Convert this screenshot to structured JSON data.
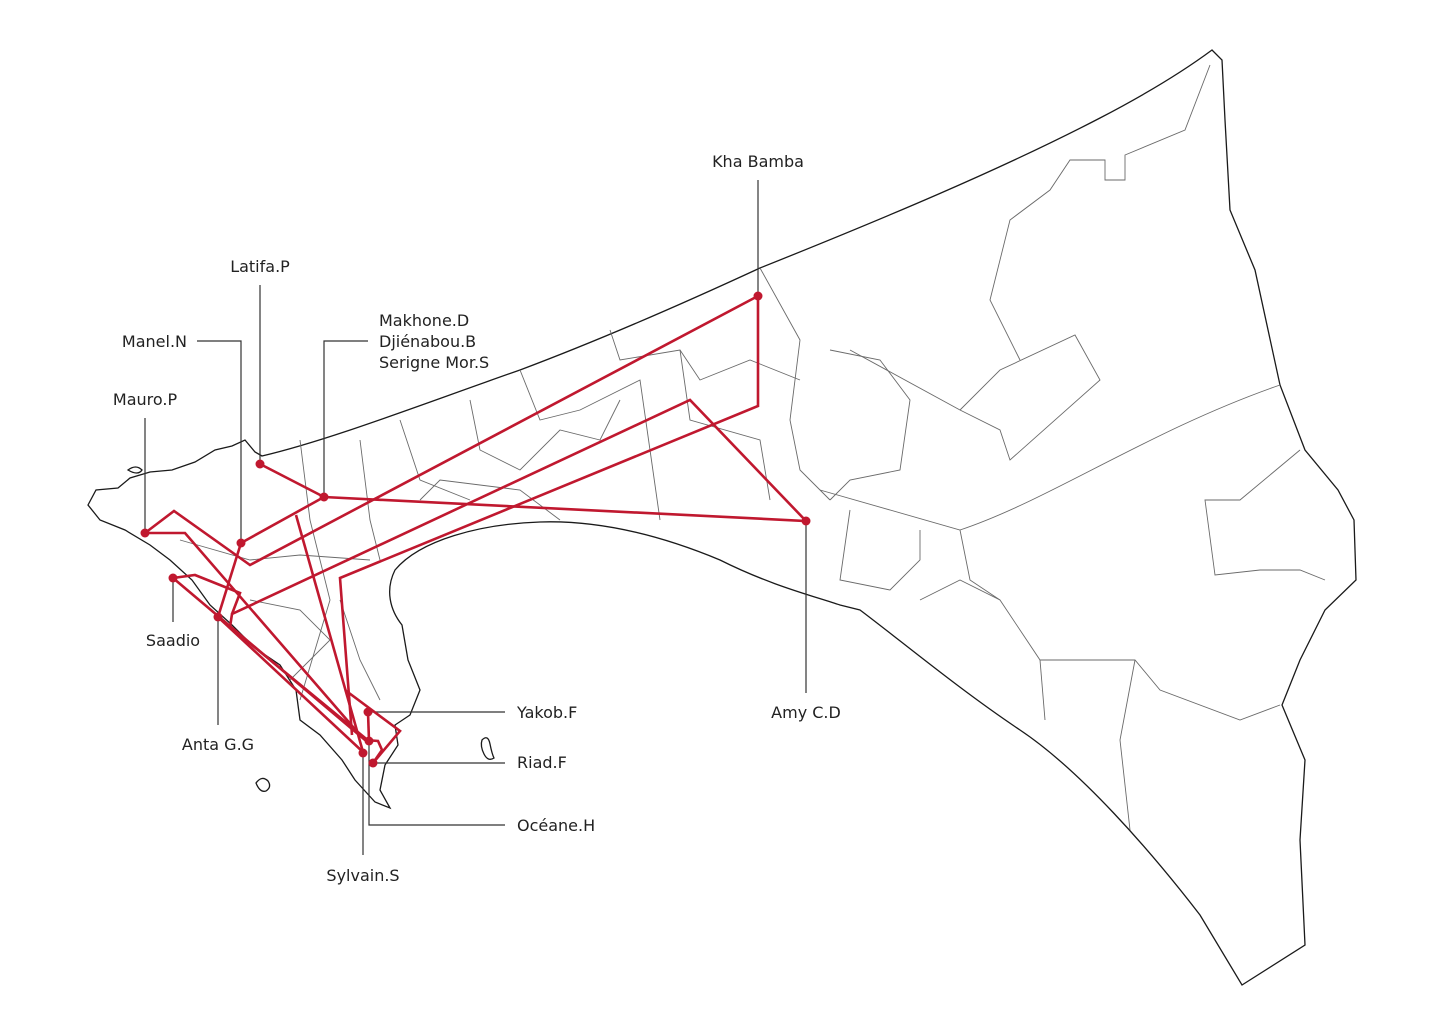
{
  "colors": {
    "route": "#c0182f",
    "coast": "#1a1a1a",
    "district": "#6a6a6a"
  },
  "people": {
    "kha_bamba": "Kha Bamba",
    "latifa": "Latifa.P",
    "manel": "Manel.N",
    "makhone": "Makhone.D",
    "djienabou": "Djiénabou.B",
    "serigne": "Serigne Mor.S",
    "mauro": "Mauro.P",
    "saadio": "Saadio",
    "anta": "Anta G.G",
    "amy": "Amy C.D",
    "yakob": "Yakob.F",
    "riad": "Riad.F",
    "oceane": "Océane.H",
    "sylvain": "Sylvain.S"
  }
}
